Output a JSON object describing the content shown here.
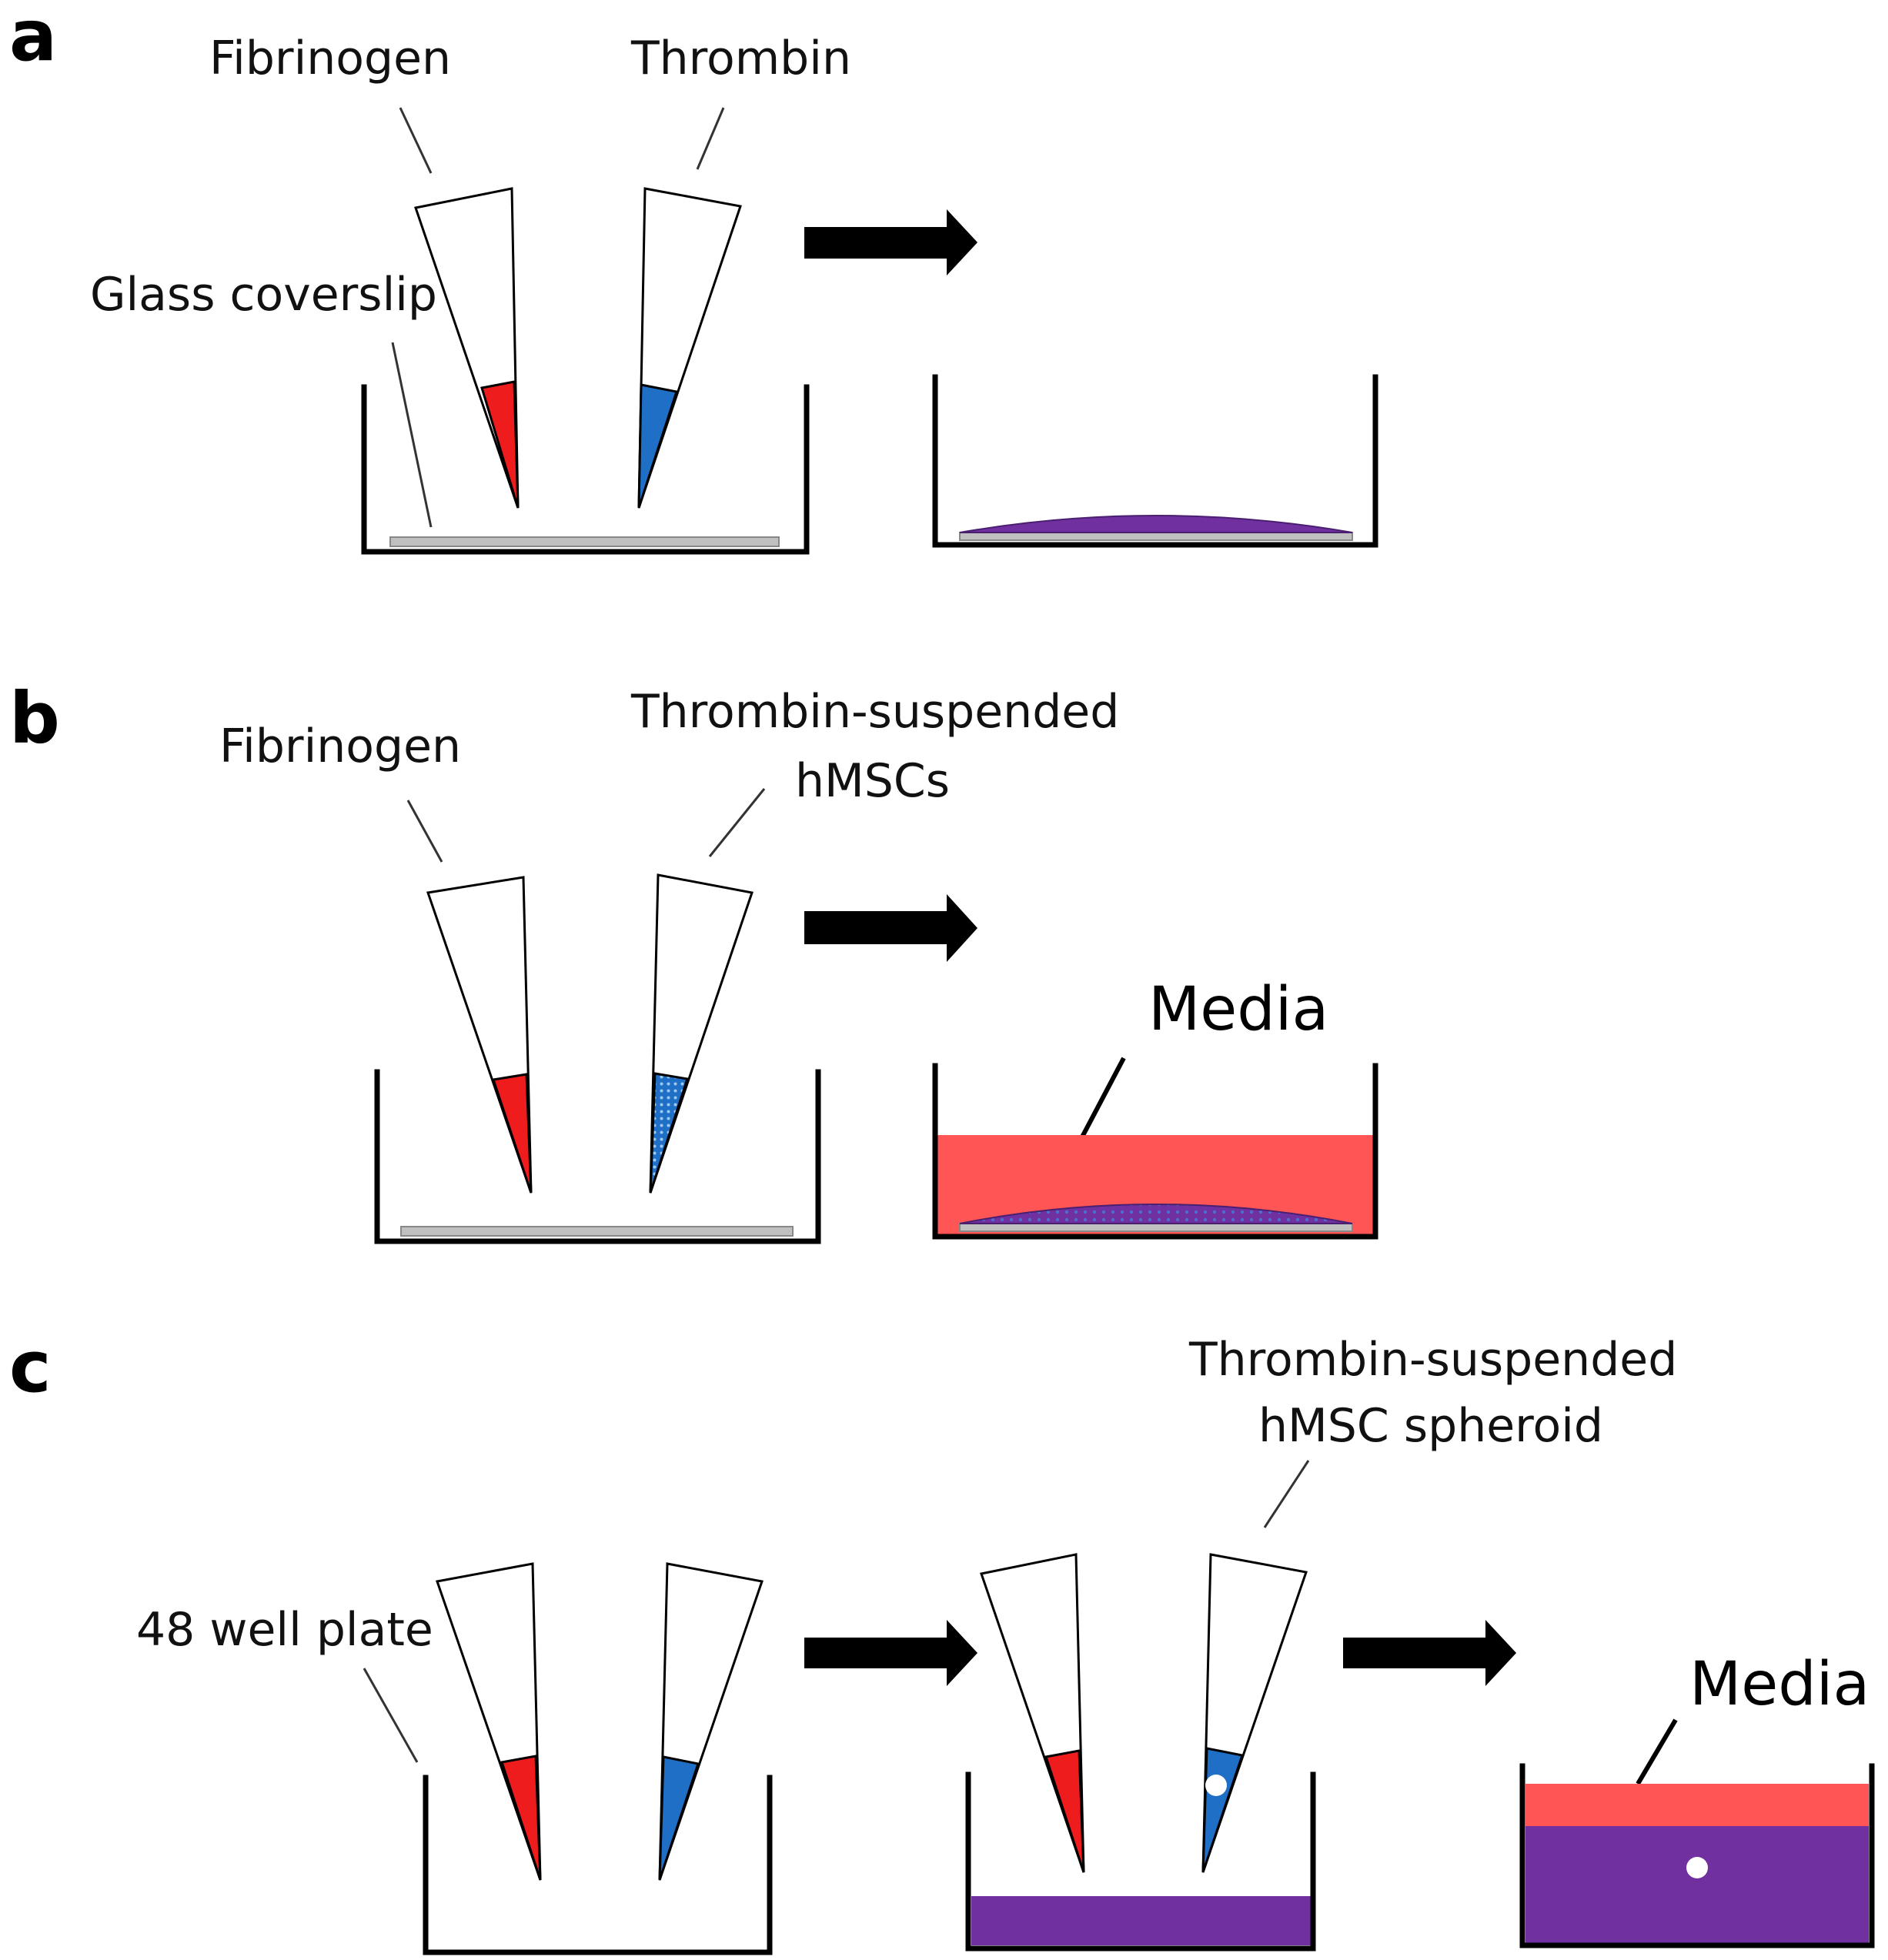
{
  "panels": {
    "a": {
      "letter": "a",
      "fibrinogen": "Fibrinogen",
      "thrombin": "Thrombin",
      "coverslip": "Glass coverslip"
    },
    "b": {
      "letter": "b",
      "fibrinogen": "Fibrinogen",
      "thrombin_line1": "Thrombin-suspended",
      "thrombin_line2": "hMSCs",
      "media": "Media"
    },
    "c": {
      "letter": "c",
      "plate": "48 well plate",
      "spheroid_line1": "Thrombin-suspended",
      "spheroid_line2": "hMSC spheroid",
      "media": "Media"
    }
  },
  "colors": {
    "fibrinogen": "#ee1c1c",
    "thrombin": "#1f6fc6",
    "fibrin_gel": "#7030a0",
    "media": "#ff5555",
    "coverslip": "#c0c0c0"
  }
}
